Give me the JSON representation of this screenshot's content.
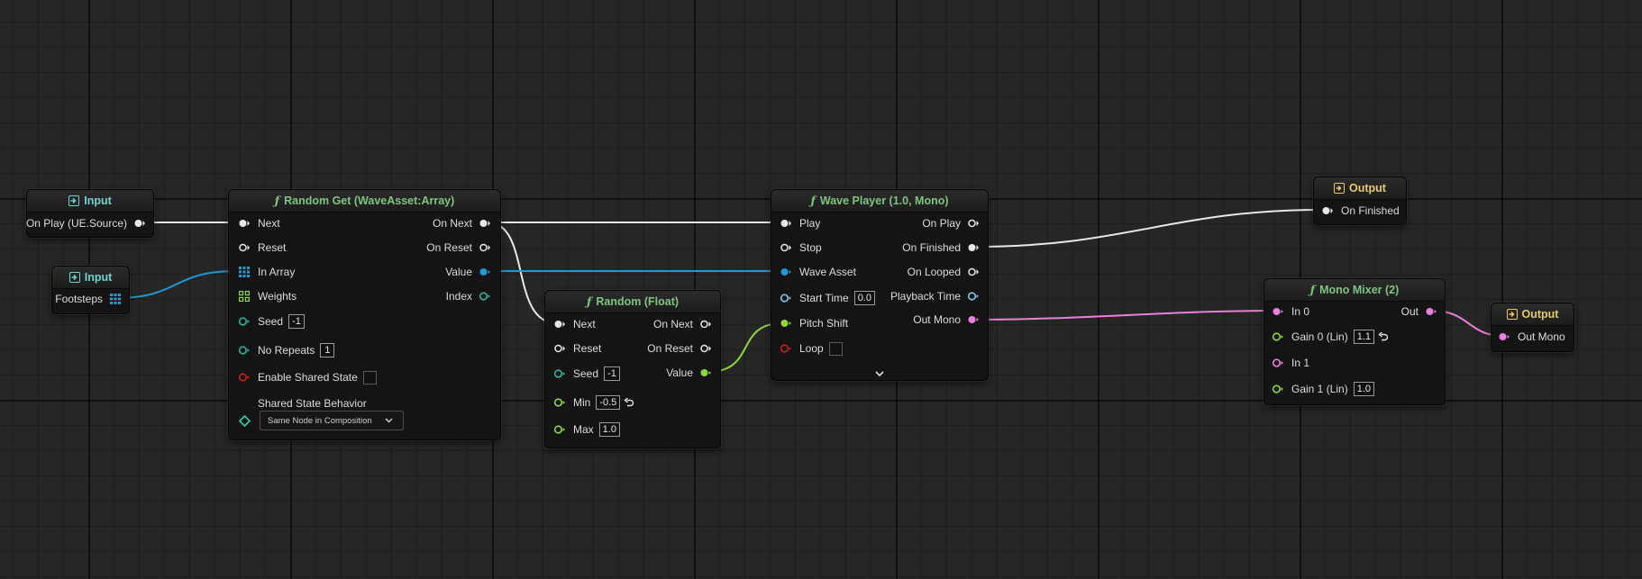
{
  "colors": {
    "exec": "#e8e8e8",
    "audio": "#e980dc",
    "wave": "#1f9ad6",
    "float": "#8ed63a",
    "int": "#2fb59b",
    "bool": "#c81e1e",
    "time": "#7fc8e6",
    "enum": "#2fcfb0"
  },
  "nodes": {
    "input_play": {
      "title": "Input",
      "pin": "On Play (UE.Source)"
    },
    "input_footsteps": {
      "title": "Input",
      "pin": "Footsteps"
    },
    "random_get": {
      "title": "Random Get (WaveAsset:Array)",
      "inputs": {
        "next": "Next",
        "reset": "Reset",
        "in_array": "In Array",
        "weights": "Weights",
        "seed": "Seed",
        "seed_value": "-1",
        "no_repeats": "No Repeats",
        "no_repeats_value": "1",
        "enable_shared": "Enable Shared State",
        "shared_behavior": "Shared State Behavior",
        "shared_behavior_value": "Same Node in Composition"
      },
      "outputs": {
        "on_next": "On Next",
        "on_reset": "On Reset",
        "value": "Value",
        "index": "Index"
      }
    },
    "random_float": {
      "title": "Random (Float)",
      "inputs": {
        "next": "Next",
        "reset": "Reset",
        "seed": "Seed",
        "seed_value": "-1",
        "min": "Min",
        "min_value": "-0.5",
        "max": "Max",
        "max_value": "1.0"
      },
      "outputs": {
        "on_next": "On Next",
        "on_reset": "On Reset",
        "value": "Value"
      }
    },
    "wave_player": {
      "title": "Wave Player (1.0, Mono)",
      "inputs": {
        "play": "Play",
        "stop": "Stop",
        "wave_asset": "Wave Asset",
        "start_time": "Start Time",
        "start_time_value": "0.0",
        "pitch_shift": "Pitch Shift",
        "loop": "Loop"
      },
      "outputs": {
        "on_play": "On Play",
        "on_finished": "On Finished",
        "on_looped": "On Looped",
        "playback_time": "Playback Time",
        "out_mono": "Out Mono"
      }
    },
    "output_finished": {
      "title": "Output",
      "pin": "On Finished"
    },
    "mono_mixer": {
      "title": "Mono Mixer (2)",
      "inputs": {
        "in0": "In 0",
        "gain0": "Gain 0 (Lin)",
        "gain0_value": "1.1",
        "in1": "In 1",
        "gain1": "Gain 1 (Lin)",
        "gain1_value": "1.0"
      },
      "outputs": {
        "out": "Out"
      }
    },
    "output_mono": {
      "title": "Output",
      "pin": "Out Mono"
    }
  }
}
